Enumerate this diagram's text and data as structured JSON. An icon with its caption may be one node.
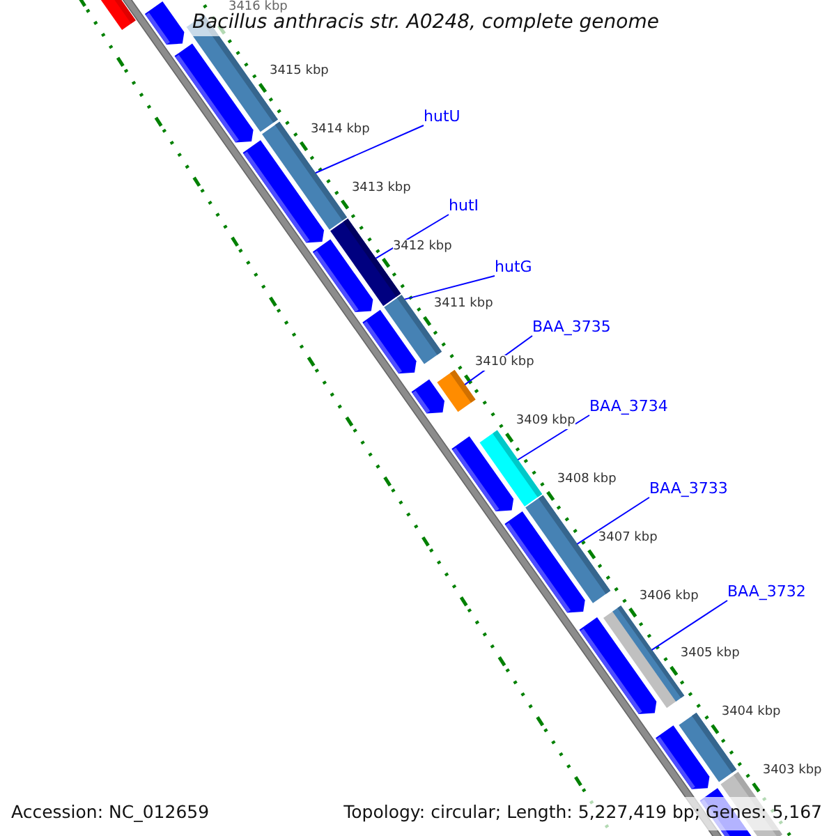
{
  "diagram": {
    "title": "Bacillus anthracis str. A0248, complete genome",
    "nodes": [
      {
        "text": [
          "hutU"
        ]
      },
      {
        "text": [
          "hutI"
        ]
      },
      {
        "text": [
          "hutG"
        ]
      },
      {
        "text": [
          "BAA_3735"
        ]
      },
      {
        "text": [
          "BAA_3734"
        ]
      },
      {
        "text": [
          "BAA_3733"
        ]
      },
      {
        "text": [
          "BAA_3732"
        ]
      },
      {
        "text": [],
        "shape": "bar"
      },
      {
        "text": [],
        "shape": "bar"
      },
      {
        "text": [],
        "shape": "bar"
      },
      {
        "text": [],
        "shape": "bar"
      },
      {
        "text": [],
        "shape": "bar"
      },
      {
        "text": [],
        "shape": "bar"
      },
      {
        "text": [],
        "shape": "bar"
      },
      {
        "text": [],
        "shape": "bar"
      },
      {
        "text": [],
        "shape": "arrow"
      },
      {
        "text": [],
        "shape": "bar"
      },
      {
        "text": [],
        "shape": "arrow"
      },
      {
        "text": [],
        "shape": "arrow"
      },
      {
        "text": [],
        "shape": "arrow"
      },
      {
        "text": [],
        "shape": "arrow"
      },
      {
        "text": [],
        "shape": "arrow"
      },
      {
        "text": [],
        "shape": "arrow"
      },
      {
        "text": [],
        "shape": "arrow"
      },
      {
        "text": [],
        "shape": "arrow"
      },
      {
        "text": [],
        "shape": "arrow"
      },
      {
        "text": [],
        "shape": "bar"
      },
      {
        "text": [],
        "shape": "bar"
      },
      {
        "text": [],
        "shape": "arrow"
      }
    ],
    "edges": [
      {
        "from": 0,
        "to": 7,
        "arrow": "none"
      },
      {
        "from": 1,
        "to": 8,
        "arrow": "none"
      },
      {
        "from": 2,
        "to": 9,
        "arrow": "none"
      },
      {
        "from": 3,
        "to": 10,
        "arrow": "none"
      },
      {
        "from": 4,
        "to": 11,
        "arrow": "none"
      },
      {
        "from": 5,
        "to": 12,
        "arrow": "none"
      },
      {
        "from": 6,
        "to": 13,
        "arrow": "none"
      }
    ],
    "labels": [
      "3416 kbp",
      "3415 kbp",
      "3414 kbp",
      "3413 kbp",
      "3412 kbp",
      "3411 kbp",
      "3410 kbp",
      "3409 kbp",
      "3408 kbp",
      "3407 kbp",
      "3406 kbp",
      "3405 kbp",
      "3404 kbp",
      "3403 kbp",
      "Accession: NC_012659",
      "Topology: circular; Length: 5,227,419 bp; Genes: 5,167"
    ]
  }
}
